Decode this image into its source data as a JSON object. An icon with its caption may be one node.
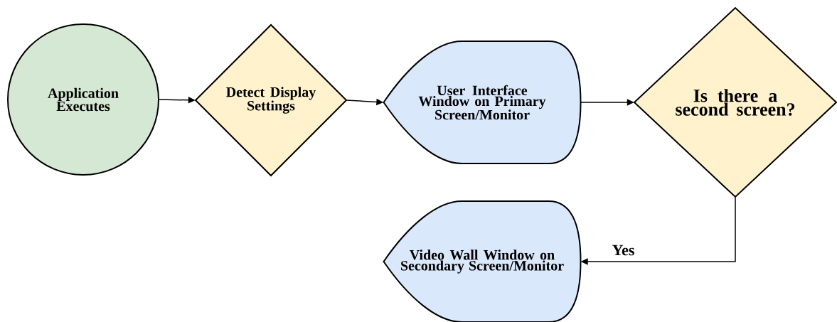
{
  "diagram": {
    "nodes": [
      {
        "text": [
          "Application Executes"
        ]
      },
      {
        "text": [
          "Detect Display Settings"
        ]
      },
      {
        "text": [
          "User Interface Window on Primary Screen/Monitor"
        ]
      },
      {
        "text": [
          "Is there a second screen?"
        ]
      },
      {
        "text": [
          "Video Wall Window on Secondary Screen/Monitor"
        ]
      }
    ],
    "edges": [
      {
        "from": 0,
        "to": 1,
        "arrow": "to"
      },
      {
        "from": 1,
        "to": 2,
        "arrow": "to"
      },
      {
        "from": 2,
        "to": 3,
        "arrow": "to"
      },
      {
        "from": 3,
        "to": 4,
        "arrow": "to",
        "label": "Yes"
      }
    ]
  }
}
